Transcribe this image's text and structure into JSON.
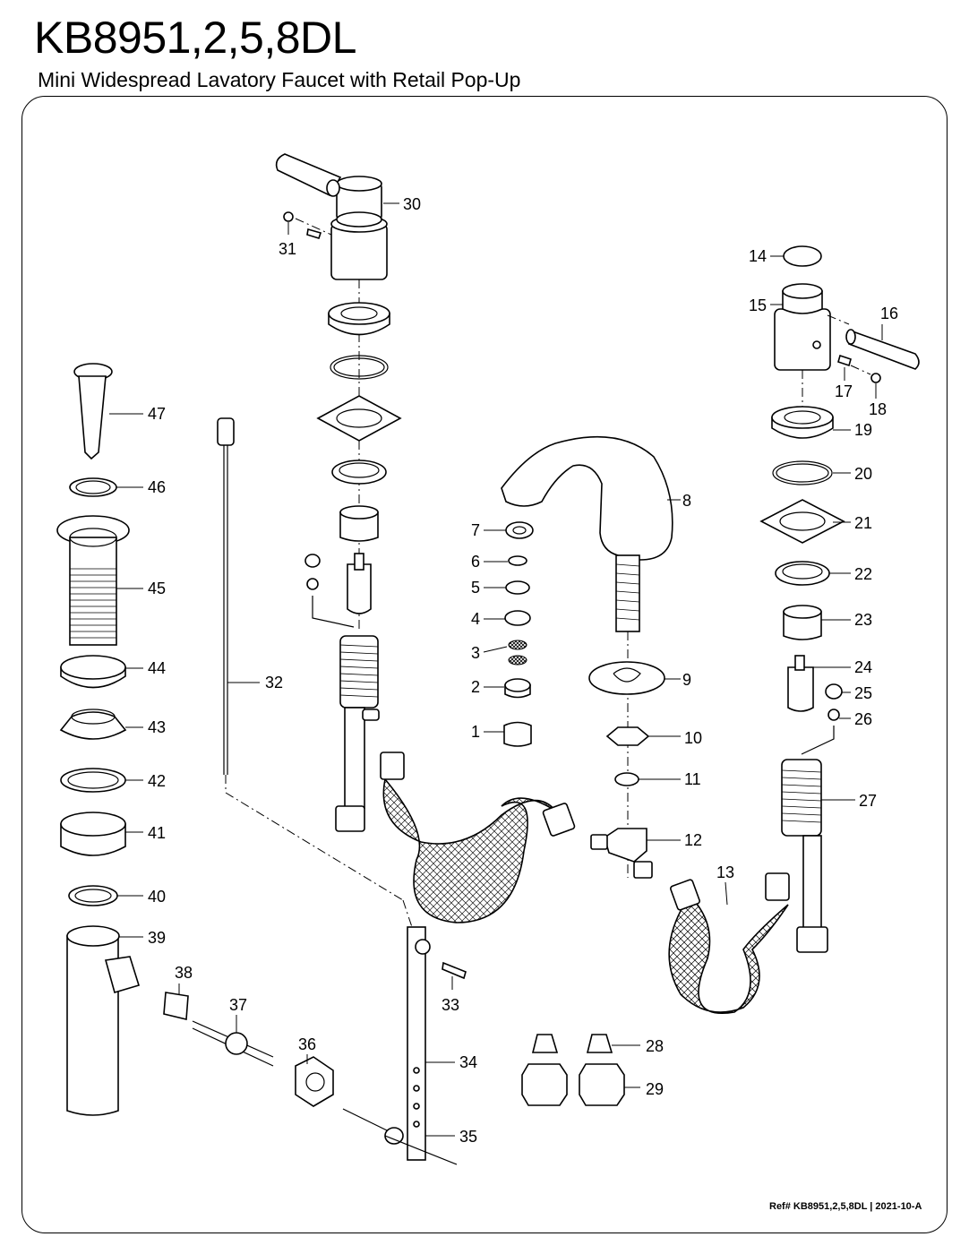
{
  "header": {
    "model": "KB8951,2,5,8DL",
    "description": "Mini Widespread Lavatory Faucet with Retail Pop-Up"
  },
  "footer": {
    "reference": "Ref# KB8951,2,5,8DL | 2021-10-A"
  },
  "callouts": [
    "1",
    "2",
    "3",
    "4",
    "5",
    "6",
    "7",
    "8",
    "9",
    "10",
    "11",
    "12",
    "13",
    "14",
    "15",
    "16",
    "17",
    "18",
    "19",
    "20",
    "21",
    "22",
    "23",
    "24",
    "25",
    "26",
    "27",
    "28",
    "29",
    "30",
    "31",
    "32",
    "33",
    "34",
    "35",
    "36",
    "37",
    "38",
    "39",
    "40",
    "41",
    "42",
    "43",
    "44",
    "45",
    "46",
    "47"
  ]
}
